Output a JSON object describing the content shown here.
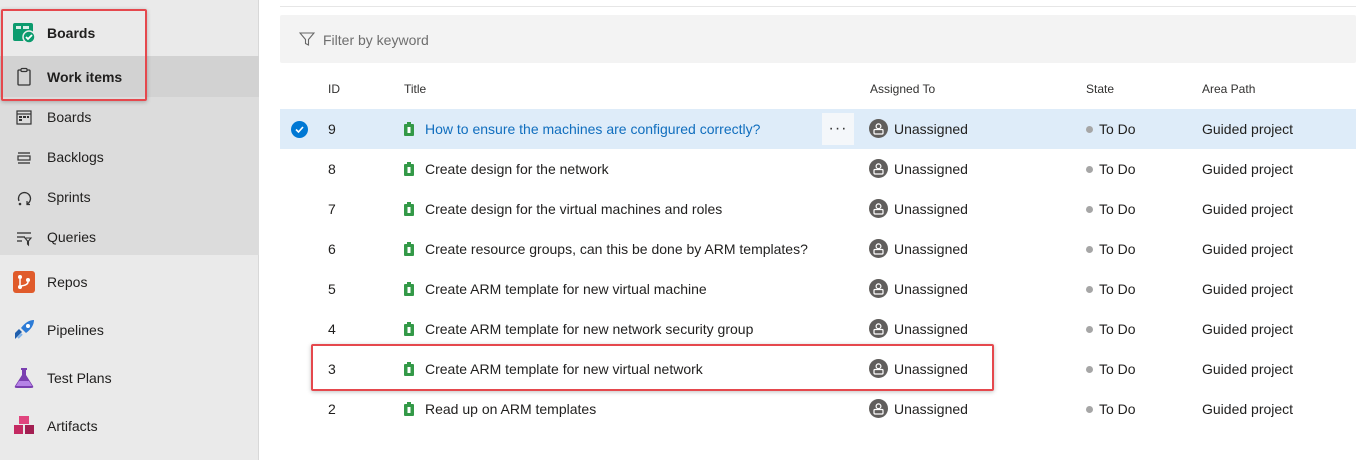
{
  "sidebar": {
    "boards_section": {
      "label": "Boards",
      "icon": "boards-hub-icon"
    },
    "work_items": {
      "label": "Work items",
      "icon": "work-items-icon"
    },
    "sub_items": [
      {
        "label": "Boards",
        "icon": "kanban-board-icon"
      },
      {
        "label": "Backlogs",
        "icon": "backlog-icon"
      },
      {
        "label": "Sprints",
        "icon": "sprint-icon"
      },
      {
        "label": "Queries",
        "icon": "query-icon"
      }
    ],
    "hubs": [
      {
        "label": "Repos",
        "icon": "repos-icon",
        "color": "#e05b2b"
      },
      {
        "label": "Pipelines",
        "icon": "pipelines-icon",
        "color": "#2c7bd6"
      },
      {
        "label": "Test Plans",
        "icon": "test-plans-icon",
        "color": "#7a3fb0"
      },
      {
        "label": "Artifacts",
        "icon": "artifacts-icon",
        "color": "#c42a62"
      }
    ]
  },
  "filter": {
    "placeholder": "Filter by keyword",
    "icon": "filter-icon"
  },
  "table": {
    "columns": {
      "id": "ID",
      "title": "Title",
      "assigned": "Assigned To",
      "state": "State",
      "area": "Area Path"
    },
    "more_label": "···",
    "rows": [
      {
        "id": "9",
        "title": "How to ensure the machines are configured correctly?",
        "assigned": "Unassigned",
        "state": "To Do",
        "area": "Guided project",
        "selected": true
      },
      {
        "id": "8",
        "title": "Create design for the network",
        "assigned": "Unassigned",
        "state": "To Do",
        "area": "Guided project"
      },
      {
        "id": "7",
        "title": "Create design for the virtual machines and roles",
        "assigned": "Unassigned",
        "state": "To Do",
        "area": "Guided project"
      },
      {
        "id": "6",
        "title": "Create resource groups, can this be done by ARM templates?",
        "assigned": "Unassigned",
        "state": "To Do",
        "area": "Guided project"
      },
      {
        "id": "5",
        "title": "Create ARM template for new virtual machine",
        "assigned": "Unassigned",
        "state": "To Do",
        "area": "Guided project"
      },
      {
        "id": "4",
        "title": "Create ARM template for new network security group",
        "assigned": "Unassigned",
        "state": "To Do",
        "area": "Guided project"
      },
      {
        "id": "3",
        "title": "Create ARM template for new virtual network",
        "assigned": "Unassigned",
        "state": "To Do",
        "area": "Guided project",
        "highlighted": true
      },
      {
        "id": "2",
        "title": "Read up on ARM templates",
        "assigned": "Unassigned",
        "state": "To Do",
        "area": "Guided project"
      }
    ]
  },
  "colors": {
    "accent": "#0078d4",
    "work_item_green": "#339947",
    "highlight_red": "#e5484d",
    "selected_row": "#deecf9"
  }
}
